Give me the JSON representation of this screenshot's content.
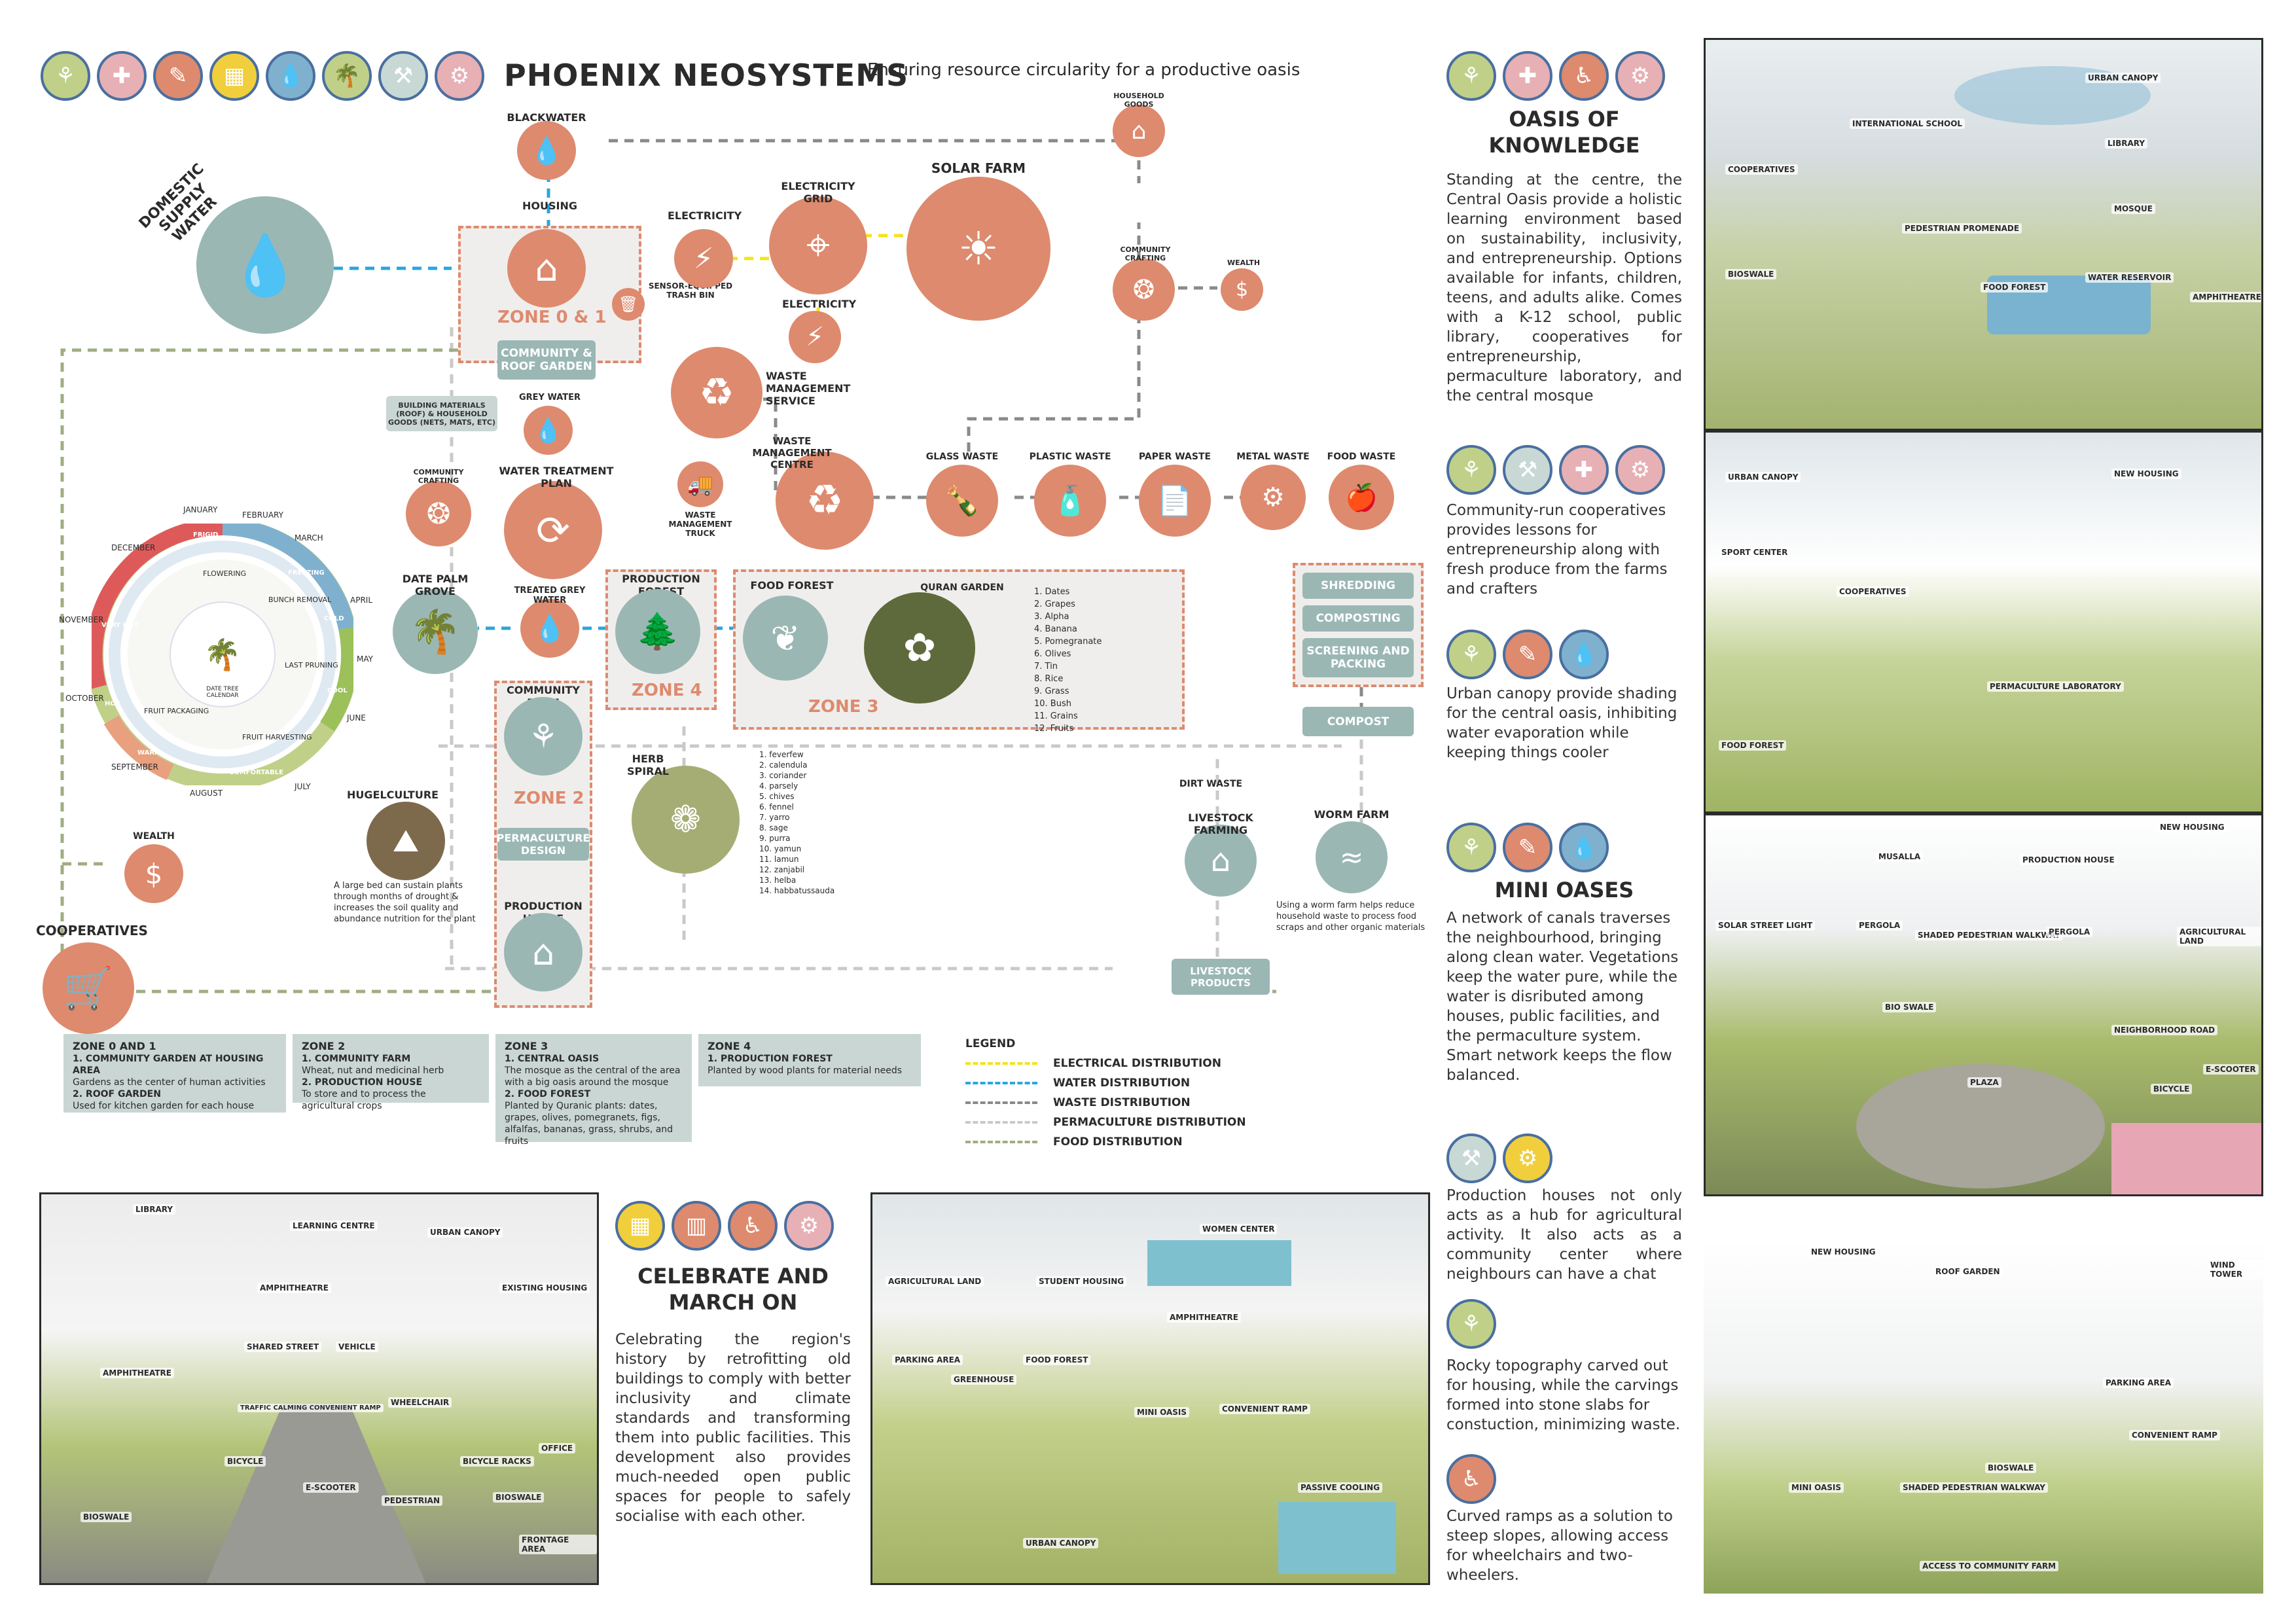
{
  "header": {
    "title": "PHOENIX NEOSYSTEMS",
    "subtitle": "Ensuring resource circularity for a productive oasis"
  },
  "colors": {
    "salmon": "#de8a6e",
    "teal": "#9ab7b4",
    "sage": "#c9d6d4",
    "zone_bg": "#f0eeec",
    "electric": "#f5e31a",
    "water": "#2aa6dc",
    "waste": "#8a8a8a",
    "permaculture": "#c9c9c9",
    "food": "#9fae83"
  },
  "top_icons": [
    "sdg-community-icon",
    "sdg-health-icon",
    "sdg-education-icon",
    "sdg-food-icon",
    "sdg-water-icon",
    "palm-tree-icon",
    "sdg-tools-icon",
    "sdg-innovation-icon"
  ],
  "diagram": {
    "domestic_water": "DOMESTIC SUPPLY WATER",
    "blackwater": "BLACKWATER",
    "housing": "HOUSING",
    "electricity": "ELECTRICITY",
    "electricity_grid": "ELECTRICITY GRID",
    "solar_farm": "SOLAR FARM",
    "household_goods": "HOUSEHOLD GOODS",
    "community_crafting_top": "COMMUNITY CRAFTING",
    "wealth_top": "WEALTH",
    "zone01": "ZONE 0 & 1",
    "sensor_bin": "SENSOR-EQUIPPED TRASH BIN",
    "community_garden": "COMMUNITY & ROOF GARDEN",
    "electricity2": "ELECTRICITY",
    "waste_service": "WASTE MANAGEMENT SERVICE",
    "building_materials": "BUILDING MATERIALS (ROOF) & HOUSEHOLD GOODS (NETS, MATS, ETC)",
    "greywater": "GREY WATER",
    "water_treatment": "WATER TREATMENT PLAN",
    "community_crafting_left": "COMMUNITY CRAFTING",
    "waste_truck": "WASTE MANAGEMENT TRUCK",
    "waste_centre": "WASTE MANAGEMENT CENTRE",
    "glass": "GLASS WASTE",
    "plastic": "PLASTIC WASTE",
    "paper": "PAPER WASTE",
    "metal": "METAL WASTE",
    "food_waste": "FOOD WASTE",
    "shredding": "SHREDDING",
    "composting": "COMPOSTING",
    "screening": "SCREENING AND PACKING",
    "compost": "COMPOST",
    "date_palm": "DATE PALM GROVE",
    "treated_grey": "TREATED GREY WATER",
    "production_forest": "PRODUCTION FOREST",
    "zone4": "ZONE 4",
    "food_forest": "FOOD FOREST",
    "quran_garden": "QURAN GARDEN",
    "zone3": "ZONE 3",
    "community_farm": "COMMUNITY FARM",
    "zone2": "ZONE 2",
    "permaculture_design": "PERMACULTURE DESIGN",
    "herb_spiral": "HERB SPIRAL",
    "hugelculture": "HUGELCULTURE",
    "hugel_desc": "A large bed can sustain plants through months of drought & increases the soil quality and abundance nutrition for the plant",
    "production_house": "PRODUCTION HOUSE",
    "wealth_left": "WEALTH",
    "cooperatives": "COOPERATIVES",
    "dirt_waste": "DIRT WASTE",
    "livestock": "LIVESTOCK FARMING",
    "worm_farm": "WORM FARM",
    "worm_desc": "Using a worm farm helps reduce household waste to process food scraps and other organic materials",
    "livestock_products": "LIVESTOCK PRODUCTS",
    "date_palm_centre": "DATE TREE CALENDAR"
  },
  "quran_list": [
    "1. Dates",
    "2. Grapes",
    "3. Alpha",
    "4. Banana",
    "5. Pomegranate",
    "6. Olives",
    "7. Tin",
    "8. Rice",
    "9. Grass",
    "10. Bush",
    "11. Grains",
    "12. Fruits"
  ],
  "herb_list": [
    "1. feverfew",
    "2. calendula",
    "3. coriander",
    "4. parsely",
    "5. chives",
    "6. fennel",
    "7. yarro",
    "8. sage",
    "9. purra",
    "10. yamun",
    "11. lamun",
    "12. zanjabil",
    "13. helba",
    "14. habbatussauda"
  ],
  "calendar": {
    "months": [
      "JANUARY",
      "FEBRUARY",
      "MARCH",
      "APRIL",
      "MAY",
      "JUNE",
      "JULY",
      "AUGUST",
      "SEPTEMBER",
      "OCTOBER",
      "NOVEMBER",
      "DECEMBER"
    ],
    "seasons": [
      "FRIGID",
      "FREEZING",
      "COLD",
      "COOL",
      "COMFORTABLE",
      "WARM",
      "HOT",
      "VERY HOT"
    ],
    "stages": [
      "FLOWERING",
      "BUNCH REMOVAL",
      "LAST PRUNING",
      "FRUIT HARVESTING",
      "FRUIT PACKAGING"
    ]
  },
  "zones": [
    {
      "title": "ZONE 0 AND 1",
      "items": [
        "1. COMMUNITY GARDEN AT HOUSING AREA",
        "Gardens as the center of human activities",
        "2. ROOF GARDEN",
        "Used for kitchen garden for each house"
      ]
    },
    {
      "title": "ZONE 2",
      "items": [
        "1. COMMUNITY FARM",
        "Wheat, nut and medicinal herb",
        "2. PRODUCTION HOUSE",
        "To store and to process the agricultural crops"
      ]
    },
    {
      "title": "ZONE 3",
      "items": [
        "1. CENTRAL OASIS",
        "The mosque as the central of the area with a big oasis around the mosque",
        "2. FOOD FOREST",
        "Planted by Quranic plants: dates, grapes, olives, pomegranets, figs, alfalfas, bananas, grass, shrubs, and fruits"
      ]
    },
    {
      "title": "ZONE 4",
      "items": [
        "1. PRODUCTION FOREST",
        "Planted by wood plants for material needs"
      ]
    }
  ],
  "legend": {
    "title": "LEGEND",
    "items": [
      "ELECTRICAL DISTRIBUTION",
      "WATER DISTRIBUTION",
      "WASTE DISTRIBUTION",
      "PERMACULTURE DISTRIBUTION",
      "FOOD DISTRIBUTION"
    ]
  },
  "oasis": {
    "title": "OASIS OF KNOWLEDGE",
    "text": "Standing at the centre, the Central Oasis provide a holistic learning environment based on sustainability, inclusivity, and entrepreneurship. Options available for infants, children, teens, and adults alike. Comes with a K-12 school, public library, cooperatives for entrepreneurship, permaculture laboratory, and the central mosque"
  },
  "coop_text": "Community-run cooperatives provides lessons for entrepreneurship along with fresh produce from the farms and crafters",
  "canopy_text": "Urban canopy provide shading for the central oasis, inhibiting water evaporation while keeping things cooler",
  "mini": {
    "title": "MINI OASES",
    "text": "A network of canals traverses the neighbourhood, bringing along clean water. Vegetations keep the water pure, while the water is disributed among houses, public facilities, and the permaculture system. Smart network keeps the flow balanced."
  },
  "production_text": "Production houses not only acts as a hub for agricultural activity. It also acts as a community center where neighbours can have a chat",
  "rocky_text": "Rocky topography carved out for housing, while the carvings formed into stone slabs for constuction, minimizing waste.",
  "ramps_text": "Curved ramps as a solution to steep slopes, allowing access for wheelchairs and two-wheelers.",
  "celebrate": {
    "title": "CELEBRATE AND MARCH ON",
    "text": "Celebrating the region's history by retrofitting old buildings to comply with better inclusivity and climate standards and transforming them into public facilities. This development also provides much-needed open public spaces for people to safely socialise with each other."
  },
  "photo1_tags": [
    "URBAN CANOPY",
    "INTERNATIONAL SCHOOL",
    "LIBRARY",
    "COOPERATIVES",
    "MOSQUE",
    "PEDESTRIAN PROMENADE",
    "BIOSWALE",
    "FOOD FOREST",
    "WATER RESERVOIR",
    "AMPHITHEATRE"
  ],
  "photo2_tags": [
    "URBAN CANOPY",
    "NEW HOUSING",
    "SPORT CENTER",
    "COOPERATIVES",
    "PERMACULTURE LABORATORY",
    "FOOD FOREST"
  ],
  "photo3_tags": [
    "NEW HOUSING",
    "MUSALLA",
    "PRODUCTION HOUSE",
    "SOLAR STREET LIGHT",
    "PERGOLA",
    "SHADED PEDESTRIAN WALKWAY",
    "PERGOLA",
    "AGRICULTURAL LAND",
    "BIO SWALE",
    "NEIGHBORHOOD ROAD",
    "PLAZA",
    "E-SCOOTER",
    "BICYCLE"
  ],
  "photo4_tags": [
    "NEW HOUSING",
    "ROOF GARDEN",
    "WIND TOWER",
    "PARKING AREA",
    "CONVENIENT RAMP",
    "BIOSWALE",
    "MINI OASIS",
    "SHADED PEDESTRIAN WALKWAY",
    "ACCESS TO COMMUNITY FARM"
  ],
  "photo5_tags": [
    "LIBRARY",
    "LEARNING CENTRE",
    "URBAN CANOPY",
    "EXISTING HOUSING",
    "AMPHITHEATRE",
    "SHARED STREET",
    "VEHICLE",
    "AMPHITHEATRE",
    "TRAFFIC CALMING CONVENIENT RAMP",
    "WHEELCHAIR",
    "BICYCLE",
    "E-SCOOTER",
    "PEDESTRIAN",
    "BICYCLE RACKS",
    "OFFICE",
    "BIOSWALE",
    "FRONTAGE AREA",
    "BIOSWALE"
  ],
  "photo6_tags": [
    "WOMEN CENTER",
    "AGRICULTURAL LAND",
    "STUDENT HOUSING",
    "AMPHITHEATRE",
    "PARKING AREA",
    "FOOD FOREST",
    "GREENHOUSE",
    "MINI OASIS",
    "CONVENIENT RAMP",
    "URBAN CANOPY",
    "PASSIVE COOLING"
  ]
}
